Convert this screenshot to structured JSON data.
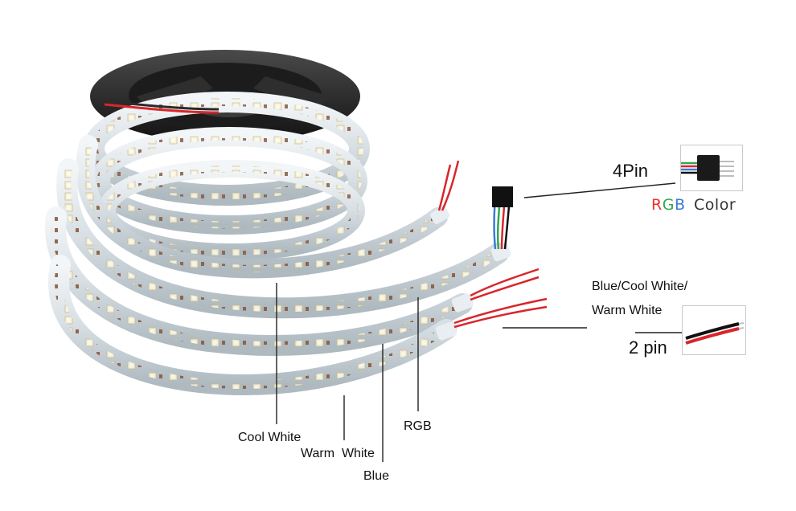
{
  "labels": {
    "four_pin": "4Pin",
    "rgb_r": "R",
    "rgb_g": "G",
    "rgb_b": "B",
    "rgb_word": "Color",
    "blue_cool_white_line1": "Blue/Cool White/",
    "blue_cool_white_line2": "Warm White",
    "two_pin": "2 pin",
    "cool_white": "Cool White",
    "warm_white": "Warm  White",
    "blue": "Blue",
    "rgb": "RGB"
  },
  "colors": {
    "rgb_r": "#e8312f",
    "rgb_g": "#2fa84f",
    "rgb_b": "#3a7bd5",
    "rgb_word": "#333333",
    "reel": "#2b2b2b",
    "strip_silicone": "#dfe6ea",
    "wire_red": "#d8262b",
    "wire_black": "#111111"
  }
}
